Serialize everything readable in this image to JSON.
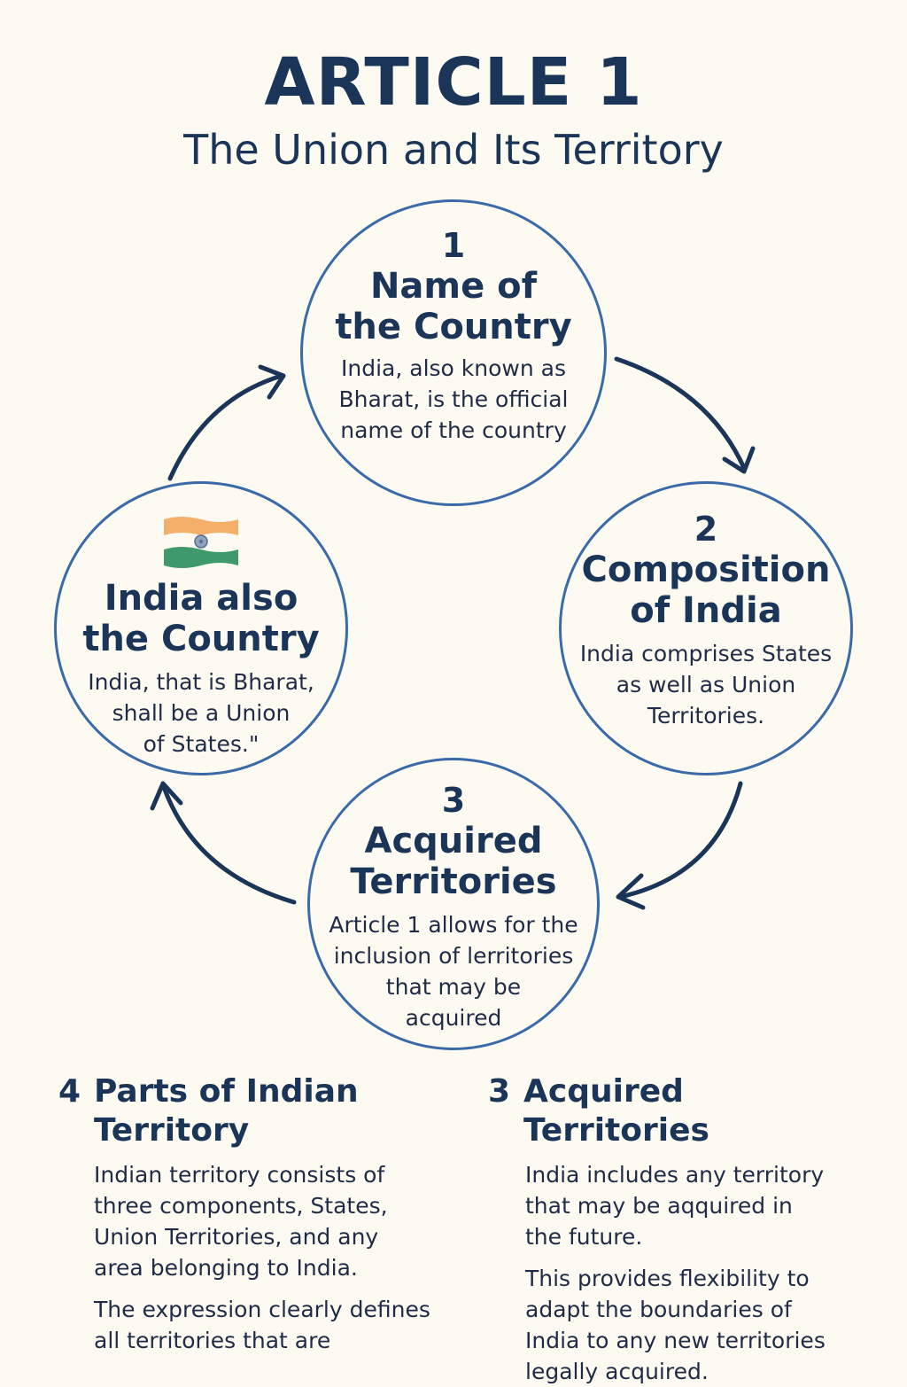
{
  "header": {
    "title": "ARTICLE 1",
    "subtitle": "The Union and Its Territory"
  },
  "cycle": [
    {
      "number": "1",
      "title": "Name of\nthe Country",
      "text": "India, also known as\nBharat, is the official\nname of the country"
    },
    {
      "number": "2",
      "title": "Composition\nof India",
      "text": "India comprises States\nas well as Union\nTerritories."
    },
    {
      "number": "3",
      "title": "Acquired\nTerritories",
      "text": "Article 1 allows for the\ninclusion of lerritories\nthat may be\nacquired"
    },
    {
      "icon": "india-flag-icon",
      "title": "India also\nthe Country",
      "text": "India, that is Bharat,\nshall be a Union\nof States.\""
    }
  ],
  "sections": [
    {
      "number": "4",
      "title": "Parts of Indian\nTerritory",
      "paragraphs": [
        "Indian territory consists of\nthree components, States,\nUnion Territories, and any\narea belonging to India.",
        "The expression clearly defines\nall territories that are"
      ]
    },
    {
      "number": "3",
      "title": "Acquired Territories",
      "paragraphs": [
        "India includes any territory\nthat may be aqquired in\nthe future.",
        "This provides flexibility to\nadapt the boundaries of\nIndia to any new territories\nlegally acquired."
      ]
    }
  ],
  "colors": {
    "background": "#fdfaf1",
    "title": "#1b3558",
    "circle_border": "#3b6aa8",
    "arrow": "#1b3558",
    "flag_saffron": "#f4b06a",
    "flag_green": "#3f9a6b",
    "flag_chakra": "#5a6f8e"
  }
}
